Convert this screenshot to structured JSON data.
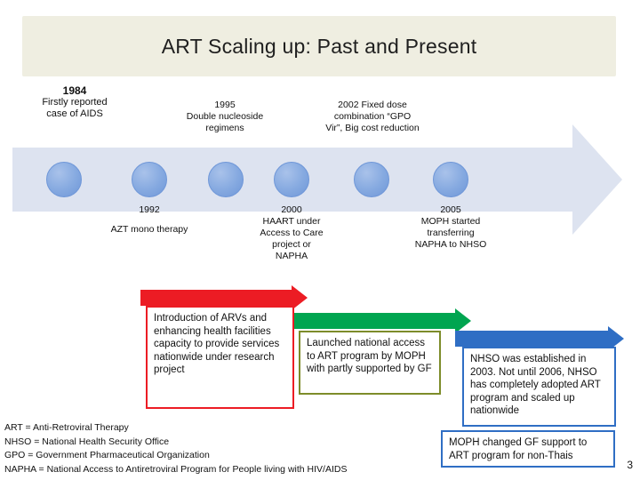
{
  "slide": {
    "title": "ART Scaling up: Past and Present",
    "page_number": "3"
  },
  "timeline": {
    "top_events": [
      {
        "year": "1984",
        "text": "Firstly reported case of AIDS"
      },
      {
        "year": "1995",
        "text": "Double nucleoside regimens"
      },
      {
        "year": "2002",
        "text": "Fixed dose combination “GPO Vir”, Big cost reduction"
      }
    ],
    "bottom_events": [
      {
        "year": "1992",
        "text": "AZT mono therapy"
      },
      {
        "year": "2000",
        "text": "HAART under Access to Care project or NAPHA"
      },
      {
        "year": "2005",
        "text": "MOPH started transferring NAPHA to NHSO"
      }
    ]
  },
  "callouts": [
    {
      "name": "arv-introduction",
      "text": "Introduction of ARVs and enhancing health facilities capacity to provide services nationwide under research project",
      "accent": "#ec1c24"
    },
    {
      "name": "national-access",
      "text": "Launched national access to ART program by MOPH with partly supported by GF",
      "accent": "#7d8c2a"
    },
    {
      "name": "nhso-established",
      "text": "NHSO was established in 2003. Not until 2006, NHSO has completely adopted ART program and scaled up nationwide",
      "accent": "#2f6ec4"
    },
    {
      "name": "gf-support-change",
      "text": "MOPH changed GF support to ART program for non-Thais",
      "accent": "#2f6ec4"
    }
  ],
  "footnotes": [
    "ART = Anti-Retroviral Therapy",
    "NHSO = National Health Security Office",
    "GPO = Government Pharmaceutical Organization",
    "NAPHA = National Access to Antiretroviral Program for People living with HIV/AIDS"
  ],
  "colors": {
    "banner": "#efeee1",
    "arrow": "#dde3f0",
    "node": "#85a9e0",
    "red": "#ec1c24",
    "green": "#00a550",
    "blue": "#2f6ec4",
    "olive": "#7d8c2a"
  }
}
